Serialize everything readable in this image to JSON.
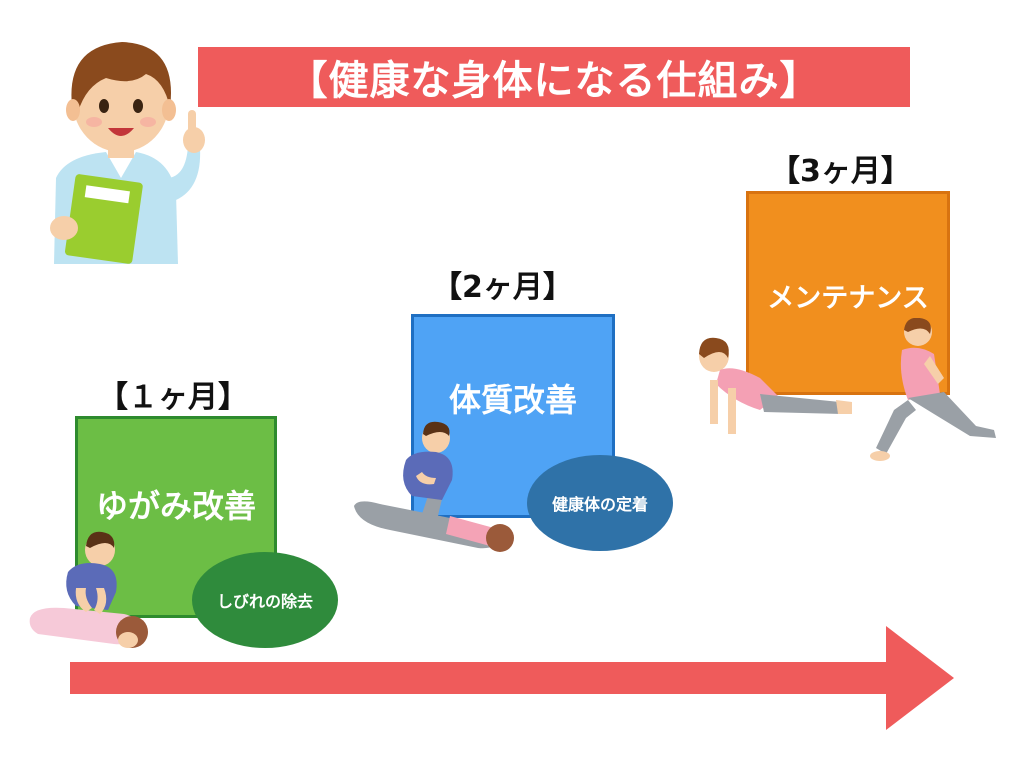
{
  "title": "【健康な身体になる仕組み】",
  "stages": [
    {
      "period": "【１ヶ月】",
      "name": "ゆがみ改善",
      "bubble": "しびれの除去"
    },
    {
      "period": "【2ヶ月】",
      "name": "体質改善",
      "bubble": "健康体の定着"
    },
    {
      "period": "【3ヶ月】",
      "name": "メンテナンス"
    }
  ],
  "colors": {
    "title_bg": "#ef5b5b",
    "stage1": "#6cbe45",
    "stage2": "#4fa3f5",
    "stage3": "#f18f1e",
    "bubble1": "#2f8b3c",
    "bubble2": "#2f72a8",
    "arrow": "#ef5b5b"
  },
  "icons": {
    "presenter": "doctor-pointing-icon",
    "massage": "massage-therapy-icon",
    "stretch": "leg-stretch-therapy-icon",
    "exercise": "exercise-women-icon"
  }
}
